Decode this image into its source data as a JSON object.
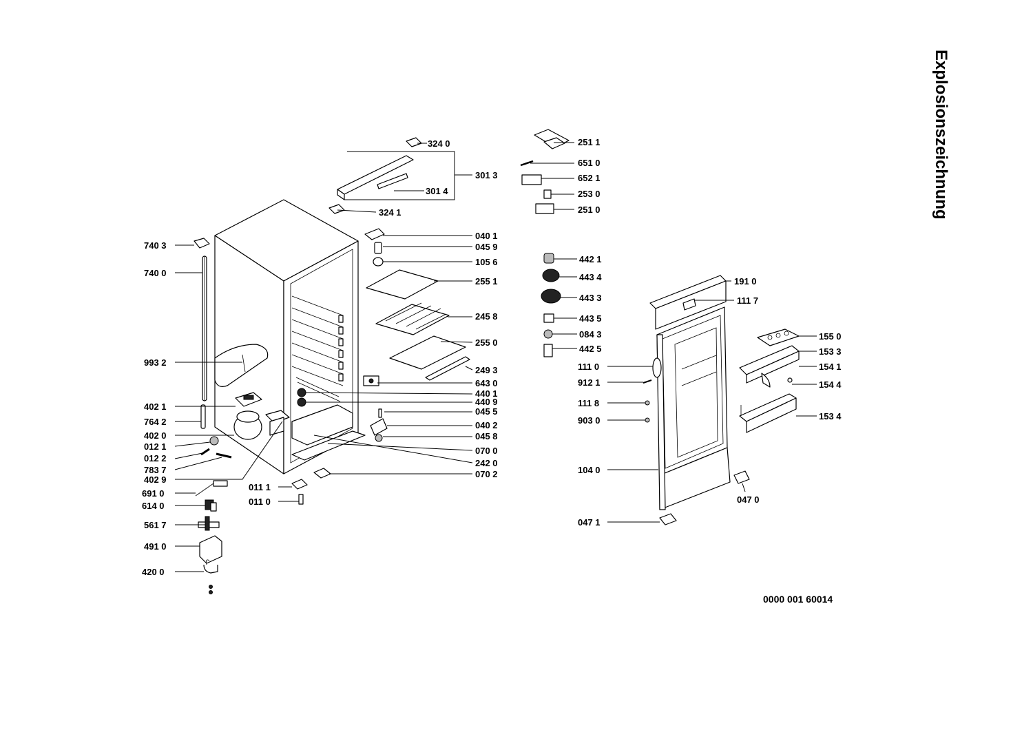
{
  "title": "Explosionszeichnung",
  "document_number": "0000 001 60014",
  "labels": {
    "p3240": "324 0",
    "p3013": "301 3",
    "p3014": "301 4",
    "p3241": "324 1",
    "p2511": "251 1",
    "p6510": "651 0",
    "p6521": "652 1",
    "p2530": "253 0",
    "p2510": "251 0",
    "p0401": "040 1",
    "p0459": "045 9",
    "p1056": "105 6",
    "p2551": "255 1",
    "p2458": "245 8",
    "p2550": "255 0",
    "p2493": "249 3",
    "p6430": "643 0",
    "p4401": "440 1",
    "p4409": "440 9",
    "p0455": "045 5",
    "p0402": "040 2",
    "p0458": "045 8",
    "p0700": "070 0",
    "p2420": "242 0",
    "p0702": "070 2",
    "p0111": "011 1",
    "p0110": "011 0",
    "p7403": "740 3",
    "p7400": "740 0",
    "p9932": "993 2",
    "p4021": "402 1",
    "p7642": "764 2",
    "p4020": "402 0",
    "p0121": "012 1",
    "p0122": "012 2",
    "p7837": "783 7",
    "p4029": "402 9",
    "p6910": "691 0",
    "p6140": "614 0",
    "p5617": "561 7",
    "p4910": "491 0",
    "p4200": "420 0",
    "p4421": "442 1",
    "p4434": "443 4",
    "p4433": "443 3",
    "p4435": "443 5",
    "p0843": "084 3",
    "p4425": "442 5",
    "p1110": "111 0",
    "p9121": "912 1",
    "p1118": "111 8",
    "p9030": "903 0",
    "p1040": "104 0",
    "p0471": "047 1",
    "p1910": "191 0",
    "p1117": "111 7",
    "p1550": "155 0",
    "p1533": "153 3",
    "p1541": "154 1",
    "p1544": "154 4",
    "p1534": "153 4",
    "p0470": "047 0"
  }
}
